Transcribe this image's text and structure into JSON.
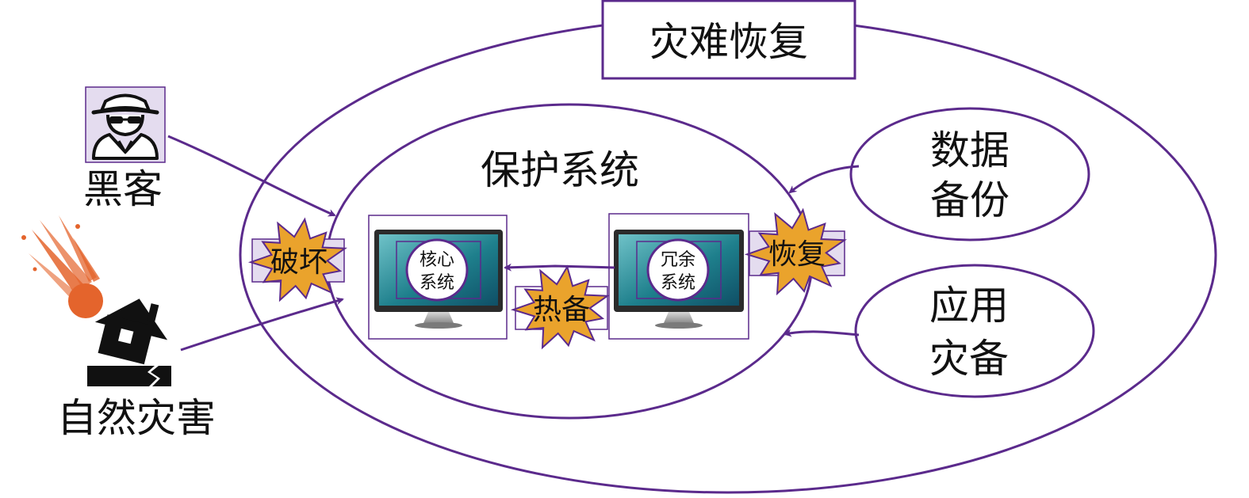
{
  "colors": {
    "outline": "#5b2a8c",
    "starburst_fill": "#eaa32c",
    "icon_bg": "#e4dcef",
    "meteor": "#e4642c",
    "screen": "#1e7f8c",
    "ink": "#111111"
  },
  "disaster_recovery": {
    "title": "灾难恢复"
  },
  "protection_system": {
    "title": "保护系统"
  },
  "threats": {
    "hacker": {
      "label": "黑客",
      "icon": "hacker-spy-icon"
    },
    "natural_disaster": {
      "label": "自然灾害",
      "icon": "meteor-house-icon"
    }
  },
  "events": {
    "damage": "破坏",
    "hot_standby": "热备",
    "restore": "恢复"
  },
  "computers": {
    "core": {
      "line1": "核心",
      "line2": "系统",
      "icon": "monitor-icon"
    },
    "redundant": {
      "line1": "冗余",
      "line2": "系统",
      "icon": "monitor-icon"
    }
  },
  "measures": {
    "data_backup": {
      "line1": "数据",
      "line2": "备份"
    },
    "app_disaster_backup": {
      "line1": "应用",
      "line2": "灾备"
    }
  }
}
